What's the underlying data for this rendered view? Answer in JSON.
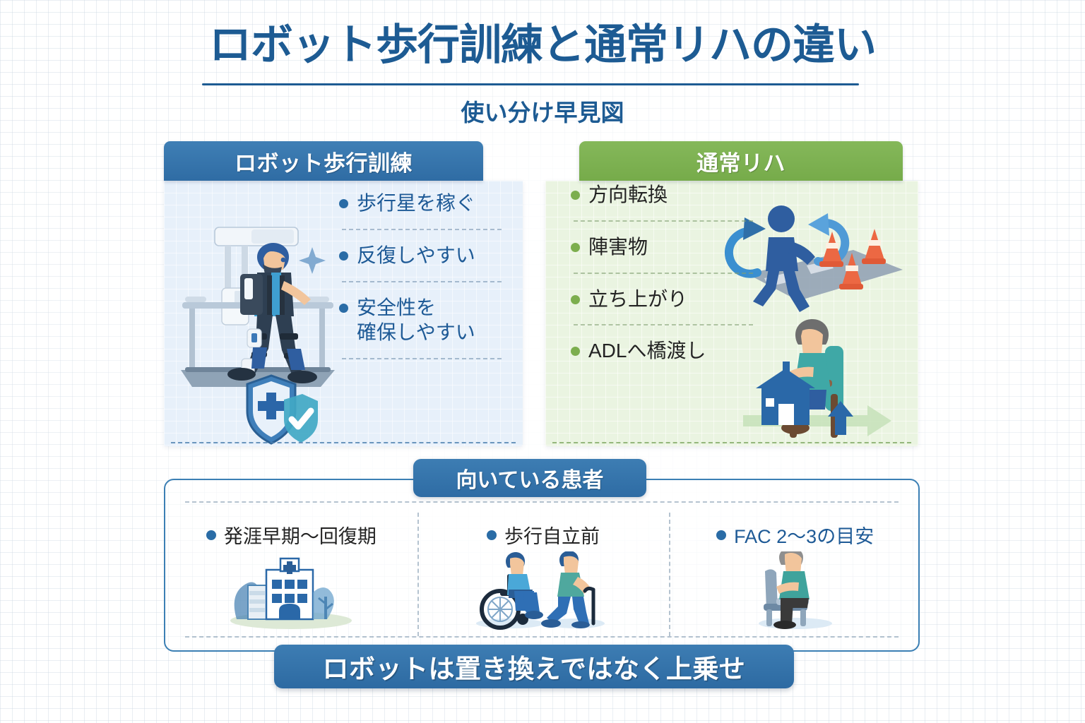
{
  "header": {
    "title": "ロボット歩行訓練と通常リハの違い",
    "subtitle": "使い分け早見図"
  },
  "panels": {
    "left": {
      "heading": "ロボット歩行訓練",
      "accent_color": "#2f6ca4",
      "background_color": "#e7f0fa",
      "bullets": [
        "歩行星を稼ぐ",
        "反復しやすい",
        "安全性を\n確保しやすい"
      ],
      "illustrations": [
        "exoskeleton-gait-trainer",
        "safety-shield-check"
      ]
    },
    "right": {
      "heading": "通常リハ",
      "accent_color": "#76ab4a",
      "background_color": "#eaf4e1",
      "bullets": [
        "方向転換",
        "陣害物",
        "立ち上がり",
        "ADLへ橋渡し"
      ],
      "illustrations": [
        "turning-cones-walk",
        "sit-to-stand-home-transfer"
      ]
    }
  },
  "bottom": {
    "badge": "向いている患者",
    "columns": [
      {
        "label": "発涯早期〜回復期",
        "icon": "hospital-building-icon"
      },
      {
        "label": "歩行自立前",
        "icon": "wheelchair-and-cane-icon"
      },
      {
        "label": "FAC 2〜3の目安",
        "icon": "seated-elderly-icon"
      }
    ]
  },
  "footer": {
    "banner": "ロボットは置き換えではなく上乗せ"
  }
}
